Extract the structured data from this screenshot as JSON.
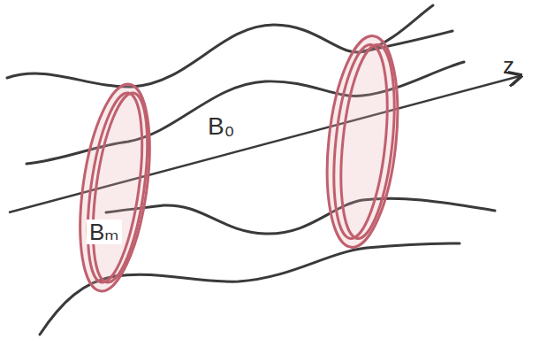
{
  "diagram": {
    "labels": [
      "z",
      "B₀",
      "Bₘ"
    ]
  }
}
